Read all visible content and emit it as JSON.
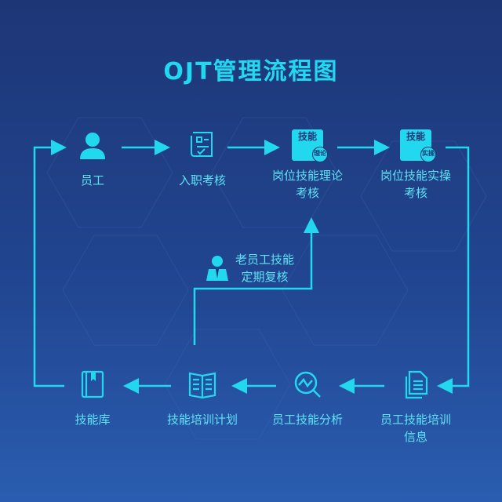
{
  "title": "OJT管理流程图",
  "colors": {
    "accent": "#22d8ef",
    "text": "#5fe3f5"
  },
  "top_nodes": [
    {
      "label": "员工",
      "icon": "user-icon"
    },
    {
      "label": "入职考核",
      "icon": "checklist-scroll-icon"
    },
    {
      "label": "岗位技能理论考核",
      "line1": "岗位技能理论",
      "line2": "考核",
      "icon": "skill-theory-icon",
      "badge_top": "技能",
      "badge": "理论"
    },
    {
      "label": "岗位技能实操考核",
      "line1": "岗位技能实操",
      "line2": "考核",
      "icon": "skill-practice-icon",
      "badge_top": "技能",
      "badge": "实操"
    }
  ],
  "bottom_nodes": [
    {
      "label": "技能库",
      "icon": "book-icon"
    },
    {
      "label": "技能培训计划",
      "icon": "open-book-icon"
    },
    {
      "label": "员工技能分析",
      "icon": "analysis-magnifier-icon"
    },
    {
      "line1": "员工技能培训",
      "line2": "信息",
      "icon": "documents-icon"
    }
  ],
  "review": {
    "line1": "老员工技能",
    "line2": "定期复核",
    "icon": "employee-icon"
  }
}
